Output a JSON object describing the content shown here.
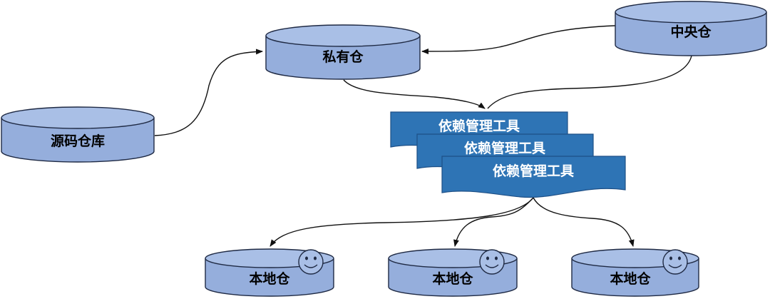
{
  "colors": {
    "cylinder_fill": "#95aedc",
    "cylinder_top": "#a9bfe6",
    "stroke": "#1f2a44",
    "doc_fill": "#2e74b5",
    "doc_stroke": "#1d4f86",
    "doc_text": "#ffffff",
    "smiley_fill": "#a9bfe6",
    "arrow": "#111111"
  },
  "nodes": {
    "central_repo": "中央仓",
    "private_repo": "私有仓",
    "source_repo": "源码仓库",
    "dependency_tools": [
      "依赖管理工具",
      "依赖管理工具",
      "依赖管理工具"
    ],
    "local_repos": [
      "本地仓",
      "本地仓",
      "本地仓"
    ]
  },
  "icons": {
    "local_repo_badge": "smiley-face-icon"
  }
}
